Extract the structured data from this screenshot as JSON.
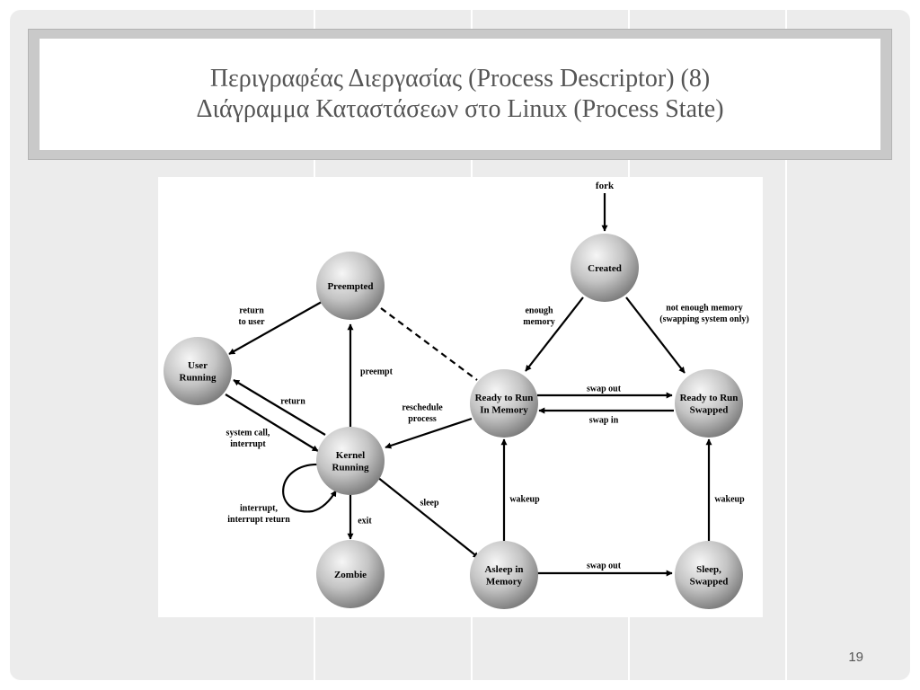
{
  "slide": {
    "title_line1": "Περιγραφέας Διεργασίας (Process Descriptor) (8)",
    "title_line2": "Διάγραμμα Καταστάσεων στο Linux (Process State)",
    "page_number": "19"
  },
  "diagram": {
    "nodes": {
      "created": [
        "Created"
      ],
      "preempted": [
        "Preempted"
      ],
      "user_running": [
        "User",
        "Running"
      ],
      "kernel_running": [
        "Kernel",
        "Running"
      ],
      "ready_mem": [
        "Ready to Run",
        "In Memory"
      ],
      "ready_swap": [
        "Ready to Run",
        "Swapped"
      ],
      "zombie": [
        "Zombie"
      ],
      "asleep_mem": [
        "Asleep in",
        "Memory"
      ],
      "sleep_swap": [
        "Sleep,",
        "Swapped"
      ]
    },
    "labels": {
      "fork": [
        "fork"
      ],
      "enough_memory": [
        "enough",
        "memory"
      ],
      "not_enough_memory": [
        "not enough memory",
        "(swapping system only)"
      ],
      "return_to_user": [
        "return",
        "to user"
      ],
      "preempt": [
        "preempt"
      ],
      "return": [
        "return"
      ],
      "reschedule_process": [
        "reschedule",
        "process"
      ],
      "swap_out_top": [
        "swap out"
      ],
      "swap_in": [
        "swap in"
      ],
      "system_call": [
        "system call,",
        "interrupt"
      ],
      "interrupt_return": [
        "interrupt,",
        "interrupt return"
      ],
      "exit": [
        "exit"
      ],
      "sleep": [
        "sleep"
      ],
      "wakeup_left": [
        "wakeup"
      ],
      "wakeup_right": [
        "wakeup"
      ],
      "swap_out_bottom": [
        "swap out"
      ]
    }
  }
}
